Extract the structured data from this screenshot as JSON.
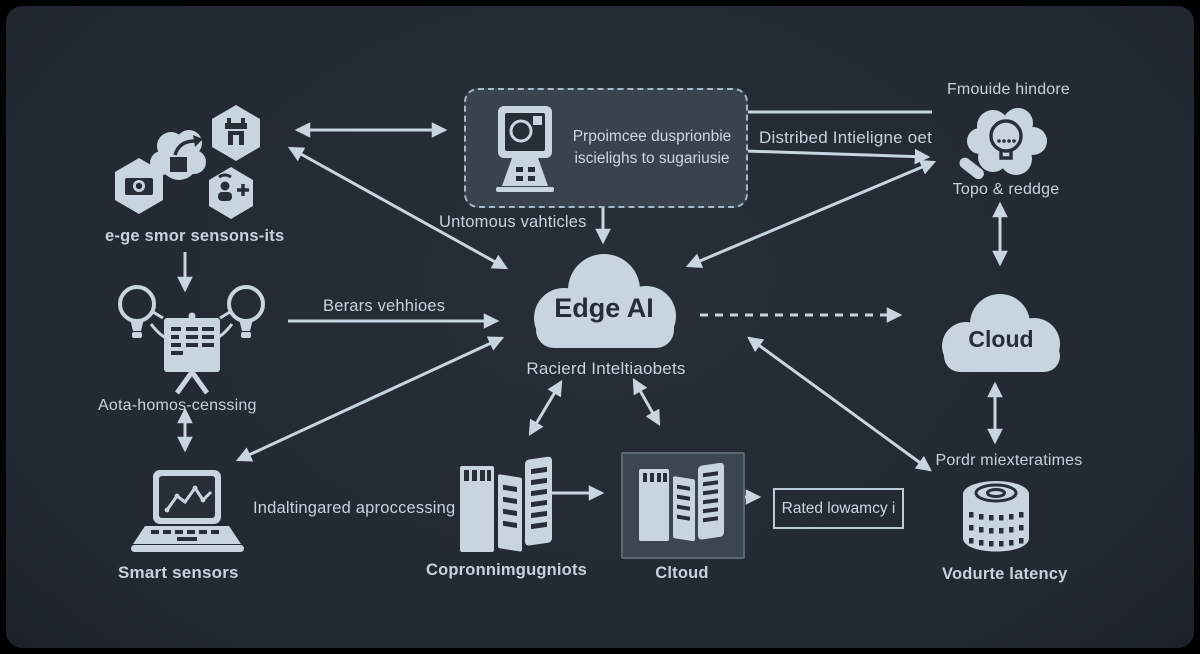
{
  "palette": {
    "background": "#232933",
    "icon_light": "#c8d5e1",
    "icon_dark": "#272e38",
    "text_light": "#c6d3df",
    "panel_fill": "#39434e"
  },
  "nodes": {
    "sensor_cluster": {
      "label": "e-ge smor sensons-its"
    },
    "processing_box": {
      "line1": "Prpoimcee dusprionbie",
      "line2": "iscielighs to sugariusie"
    },
    "distributed": {
      "label": "Distribed Intieligne oet"
    },
    "insight": {
      "top_label": "Fmouide hindore",
      "bottom_label": "Topo & reddge"
    },
    "edge_ai": {
      "label": "Edge AI",
      "sublabel": "Racierd Inteltiaobets"
    },
    "cloud": {
      "label": "Cloud"
    },
    "sensing": {
      "label": "Aota-homos-censsing"
    },
    "smart_sensors": {
      "label": "Smart sensors"
    },
    "compute": {
      "label": "Copronnimgugniots"
    },
    "cloud_panel": {
      "label": "Cltoud"
    },
    "latency_box": {
      "label": "Rated lowamcy i"
    },
    "datastore": {
      "top_label": "Pordr miexteratimes",
      "label": "Vodurte latency"
    }
  },
  "edge_labels": {
    "autonomous": "Untomous vahticles",
    "bearer": "Berars vehhioes",
    "integrated": "Indaltingared aproccessing"
  }
}
